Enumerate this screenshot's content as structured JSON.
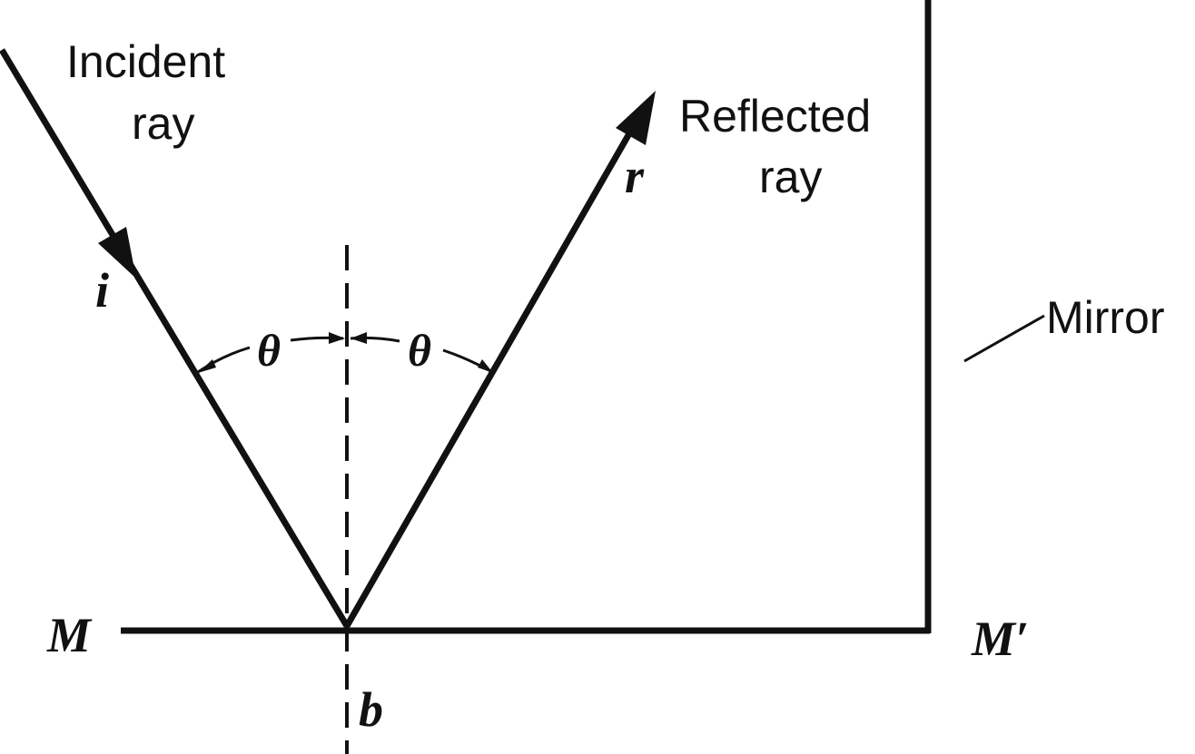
{
  "labels": {
    "incident_line1": "Incident",
    "incident_line2": "ray",
    "reflected_line1": "Reflected",
    "reflected_line2": "ray",
    "mirror": "Mirror",
    "incident_symbol": "i",
    "reflected_symbol": "r",
    "angle_left": "θ",
    "angle_right": "θ",
    "mirror_end_left": "M",
    "mirror_end_right": "M′",
    "point_of_incidence": "b"
  },
  "colors": {
    "ink": "#111111",
    "background": "#ffffff"
  }
}
